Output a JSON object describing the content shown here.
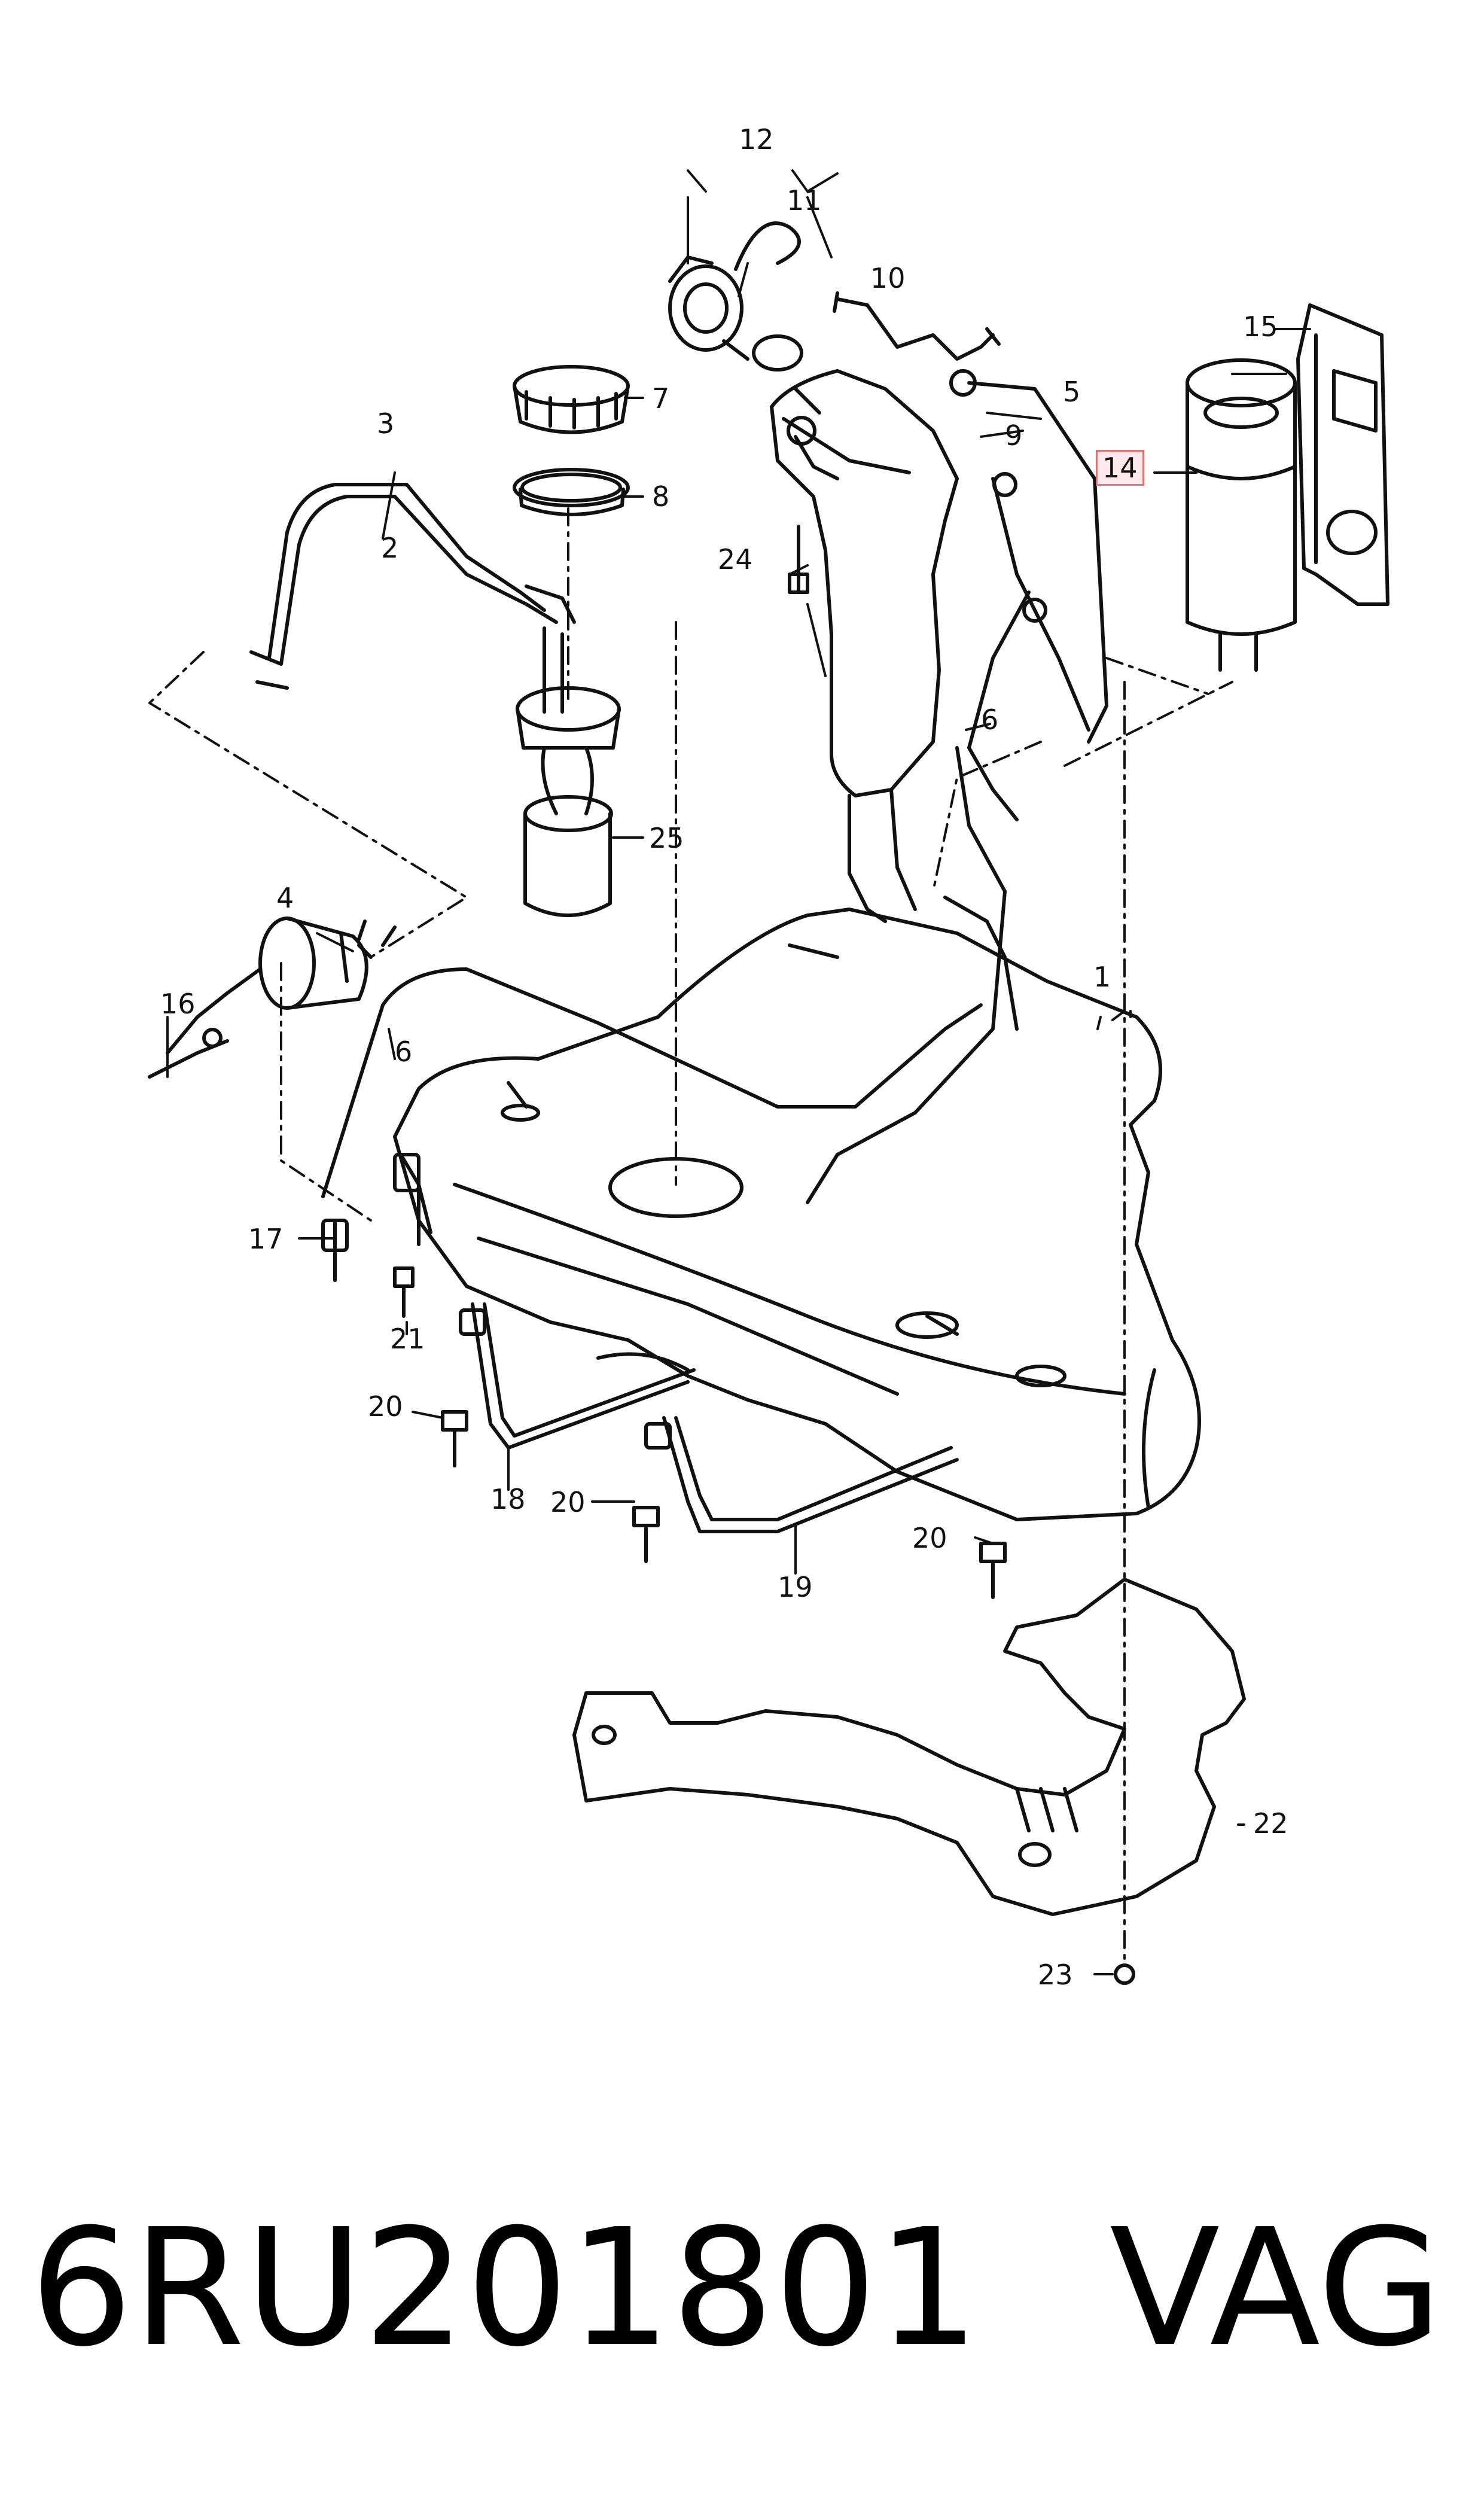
{
  "callouts": {
    "c1": "1",
    "c2": "2",
    "c3": "3",
    "c4": "4",
    "c5": "5",
    "c6a": "6",
    "c6b": "6",
    "c7": "7",
    "c8": "8",
    "c9": "9",
    "c10": "10",
    "c11": "11",
    "c12": "12",
    "c14": "14",
    "c15": "15",
    "c16": "16",
    "c17": "17",
    "c18": "18",
    "c19": "19",
    "c20a": "20",
    "c20b": "20",
    "c20c": "20",
    "c21": "21",
    "c22": "22",
    "c23": "23",
    "c24": "24",
    "c25": "25"
  },
  "highlight": {
    "callout": "14",
    "border_color": "#dd7777",
    "fill_color": "#fde9ec"
  },
  "footer": {
    "part_number": "6RU201801",
    "brand": "VAG"
  }
}
